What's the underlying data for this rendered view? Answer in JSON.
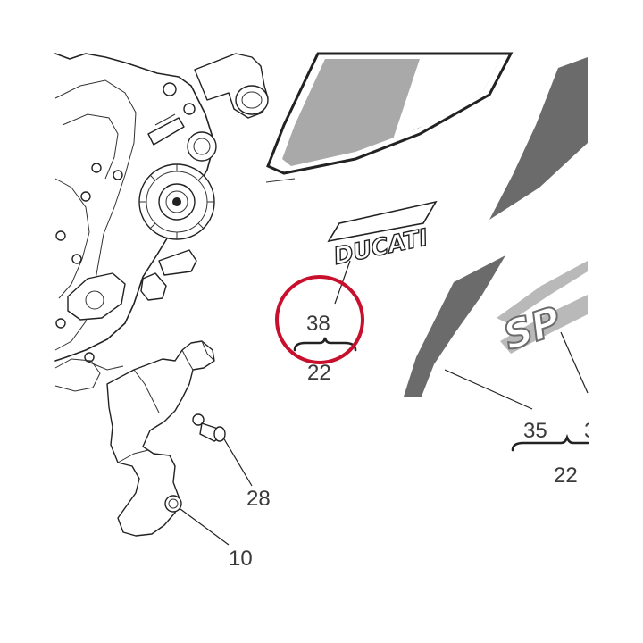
{
  "callouts": {
    "c38": "38",
    "c22a": "22",
    "c35": "35",
    "c3x": "3",
    "c22b": "22",
    "c28": "28",
    "c10": "10"
  },
  "decal_text": {
    "ducati": "DUCATI",
    "sport": "SP"
  },
  "colors": {
    "highlight_ring": "#c8102e",
    "decal_dark": "#6b6b6b",
    "decal_light": "#b9b9b9",
    "fairing_window": "#a9a9a9"
  }
}
